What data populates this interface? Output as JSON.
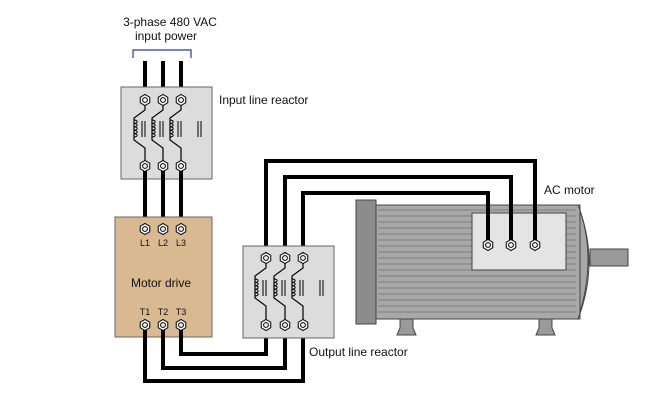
{
  "labels": {
    "input_power_line1": "3-phase 480 VAC",
    "input_power_line2": "input power",
    "input_reactor": "Input line reactor",
    "output_reactor": "Output line reactor",
    "motor": "AC motor",
    "drive": "Motor drive"
  },
  "drive_terminals": {
    "input": [
      "L1",
      "L2",
      "L3"
    ],
    "output": [
      "T1",
      "T2",
      "T3"
    ]
  },
  "colors": {
    "reactor_fill": "#dcdcdc",
    "drive_fill": "#d9b991",
    "motor_fill": "#a8a8a8",
    "wire": "#000000",
    "bracket": "#2a3a9a"
  },
  "icons": {
    "terminal": "terminal-screw-icon",
    "coil": "inductor-coil-icon"
  }
}
